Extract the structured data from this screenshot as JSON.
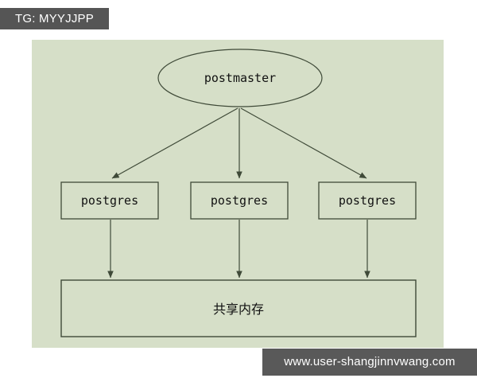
{
  "overlays": {
    "tg_badge": "TG: MYYJJPP",
    "watermark": "www.user-shangjinnvwang.com",
    "badge_bg": "#555555",
    "watermark_bg": "#595959",
    "overlay_text_color": "#ffffff"
  },
  "panel": {
    "background": "#d6dfc8",
    "edge_color": "#dcdcdc"
  },
  "diagram": {
    "type": "architecture-flow",
    "title_text": "",
    "stroke_color": "#3f4a38",
    "nodes": {
      "postmaster": {
        "label": "postmaster",
        "shape": "ellipse"
      },
      "postgres_left": {
        "label": "postgres",
        "shape": "rect"
      },
      "postgres_middle": {
        "label": "postgres",
        "shape": "rect"
      },
      "postgres_right": {
        "label": "postgres",
        "shape": "rect"
      },
      "shared_memory": {
        "label": "共享内存",
        "shape": "rect"
      }
    },
    "edges": [
      {
        "from": "postmaster",
        "to": "postgres_left",
        "arrow": true
      },
      {
        "from": "postmaster",
        "to": "postgres_middle",
        "arrow": true
      },
      {
        "from": "postmaster",
        "to": "postgres_right",
        "arrow": true
      },
      {
        "from": "postgres_left",
        "to": "shared_memory",
        "arrow": true
      },
      {
        "from": "postgres_middle",
        "to": "shared_memory",
        "arrow": true
      },
      {
        "from": "postgres_right",
        "to": "shared_memory",
        "arrow": true
      }
    ]
  }
}
